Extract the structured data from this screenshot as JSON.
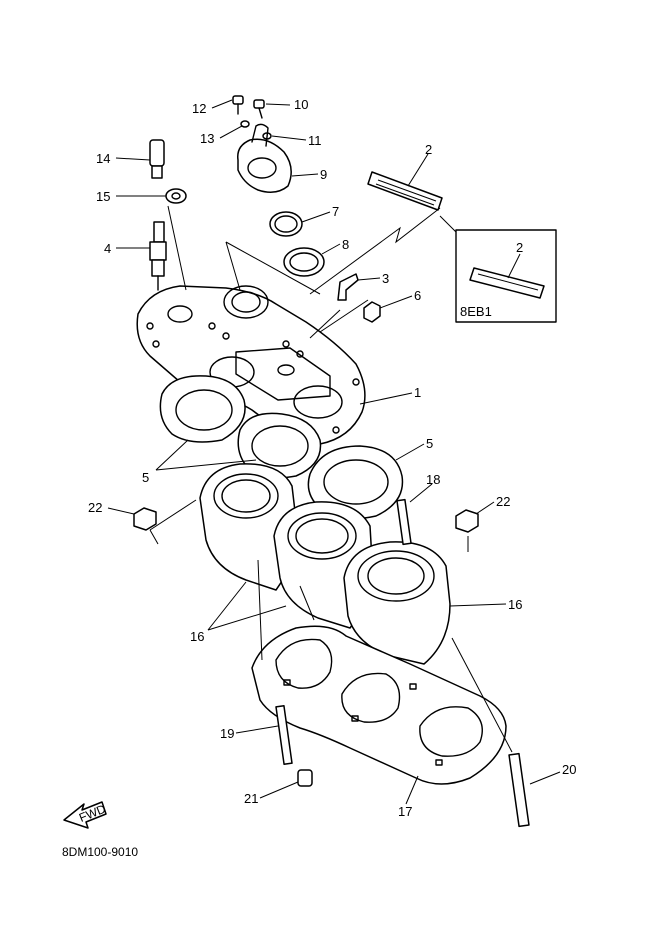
{
  "callouts": [
    {
      "id": "c1",
      "text": "1"
    },
    {
      "id": "c2",
      "text": "2"
    },
    {
      "id": "c2b",
      "text": "2"
    },
    {
      "id": "c3",
      "text": "3"
    },
    {
      "id": "c4",
      "text": "4"
    },
    {
      "id": "c5a",
      "text": "5"
    },
    {
      "id": "c5b",
      "text": "5"
    },
    {
      "id": "c6",
      "text": "6"
    },
    {
      "id": "c7",
      "text": "7"
    },
    {
      "id": "c8",
      "text": "8"
    },
    {
      "id": "c9",
      "text": "9"
    },
    {
      "id": "c10",
      "text": "10"
    },
    {
      "id": "c11",
      "text": "11"
    },
    {
      "id": "c12",
      "text": "12"
    },
    {
      "id": "c13",
      "text": "13"
    },
    {
      "id": "c14",
      "text": "14"
    },
    {
      "id": "c15",
      "text": "15"
    },
    {
      "id": "c16a",
      "text": "16"
    },
    {
      "id": "c16b",
      "text": "16"
    },
    {
      "id": "c17",
      "text": "17"
    },
    {
      "id": "c18",
      "text": "18"
    },
    {
      "id": "c19",
      "text": "19"
    },
    {
      "id": "c20",
      "text": "20"
    },
    {
      "id": "c21",
      "text": "21"
    },
    {
      "id": "c22a",
      "text": "22"
    },
    {
      "id": "c22b",
      "text": "22"
    }
  ],
  "variant_box_label": "8EB1",
  "fwd_label": "FWD",
  "drawing_code": "8DM100-9010"
}
